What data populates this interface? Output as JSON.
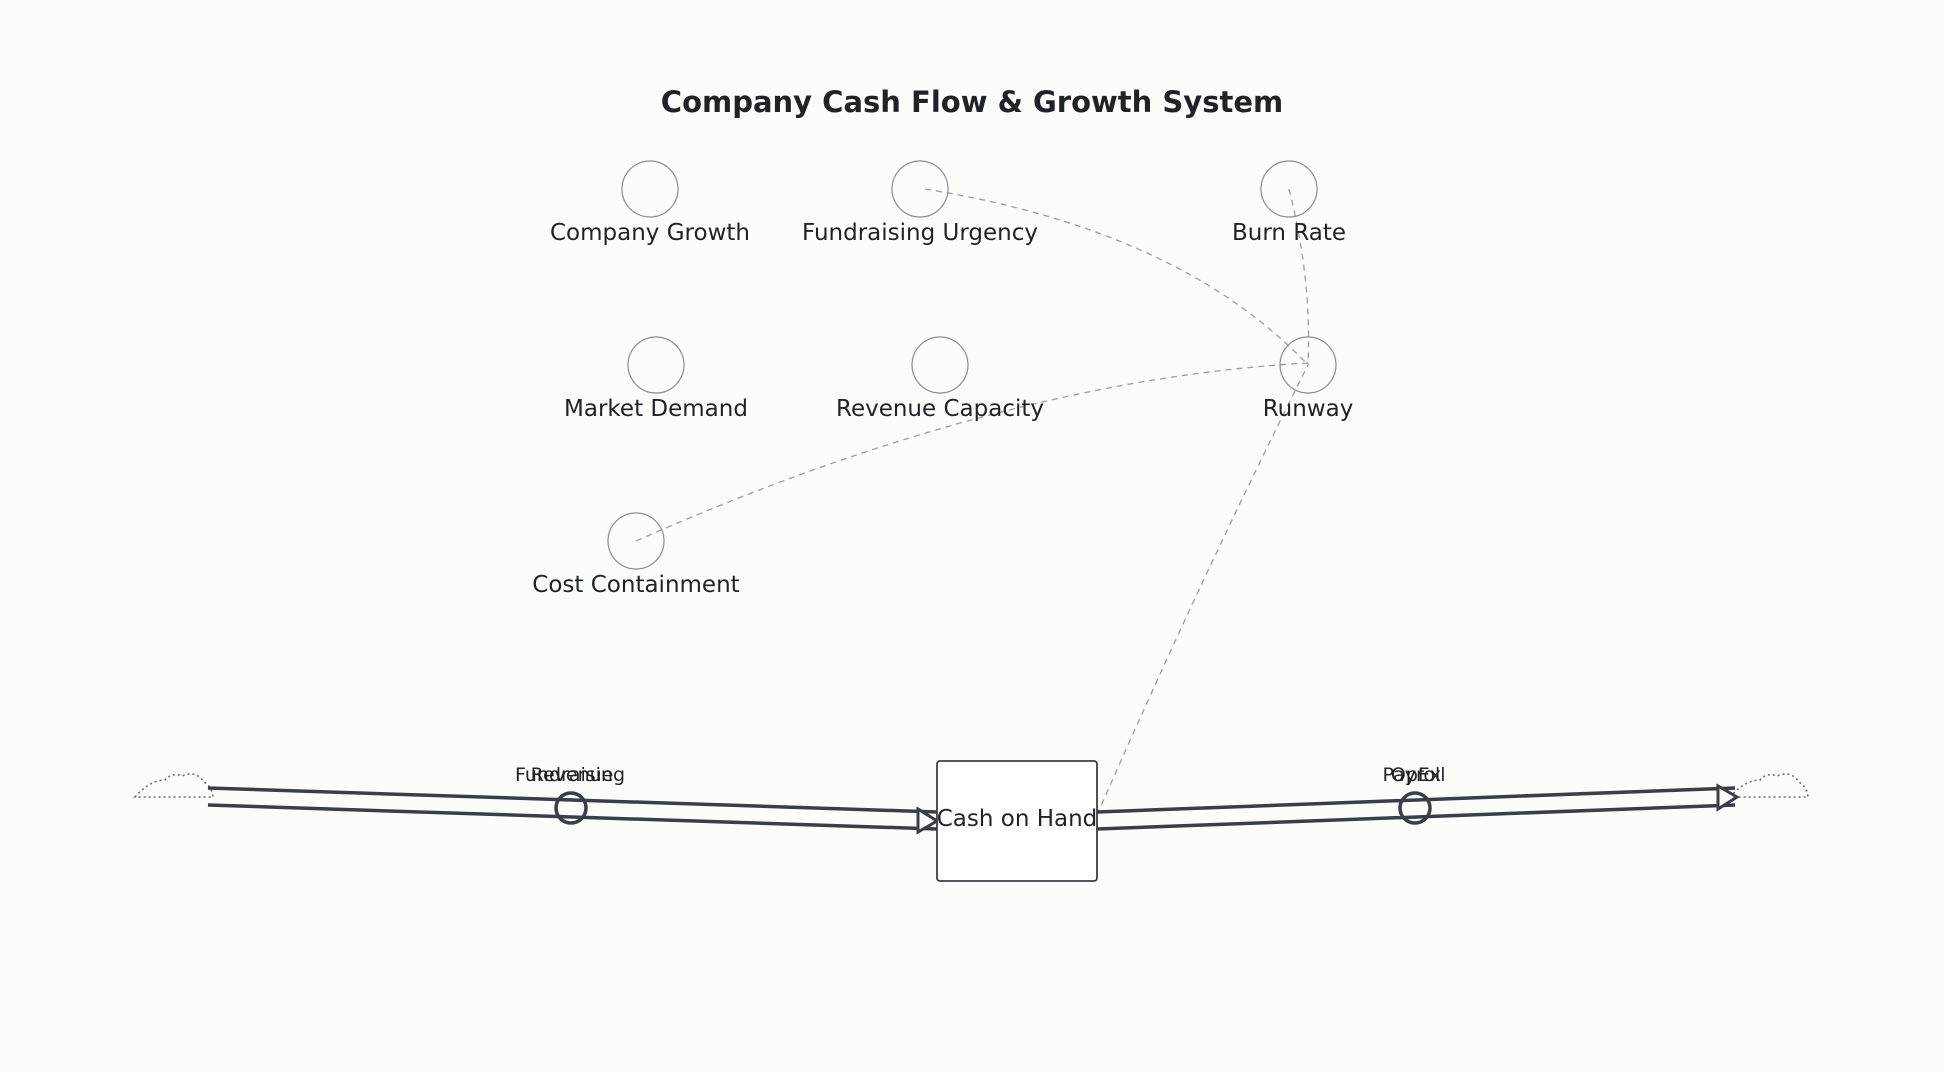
{
  "diagram": {
    "title": "Company Cash Flow & Growth System",
    "variables": {
      "company_growth": "Company Growth",
      "fundraising_urgency": "Fundraising Urgency",
      "burn_rate": "Burn Rate",
      "market_demand": "Market Demand",
      "revenue_capacity": "Revenue Capacity",
      "runway": "Runway",
      "cost_containment": "Cost Containment"
    },
    "stock": {
      "label": "Cash on Hand"
    },
    "inflows": {
      "label_a": "Fundraising",
      "label_b": "Revenue"
    },
    "outflows": {
      "label_a": "Payroll",
      "label_b": "OpEx"
    }
  }
}
